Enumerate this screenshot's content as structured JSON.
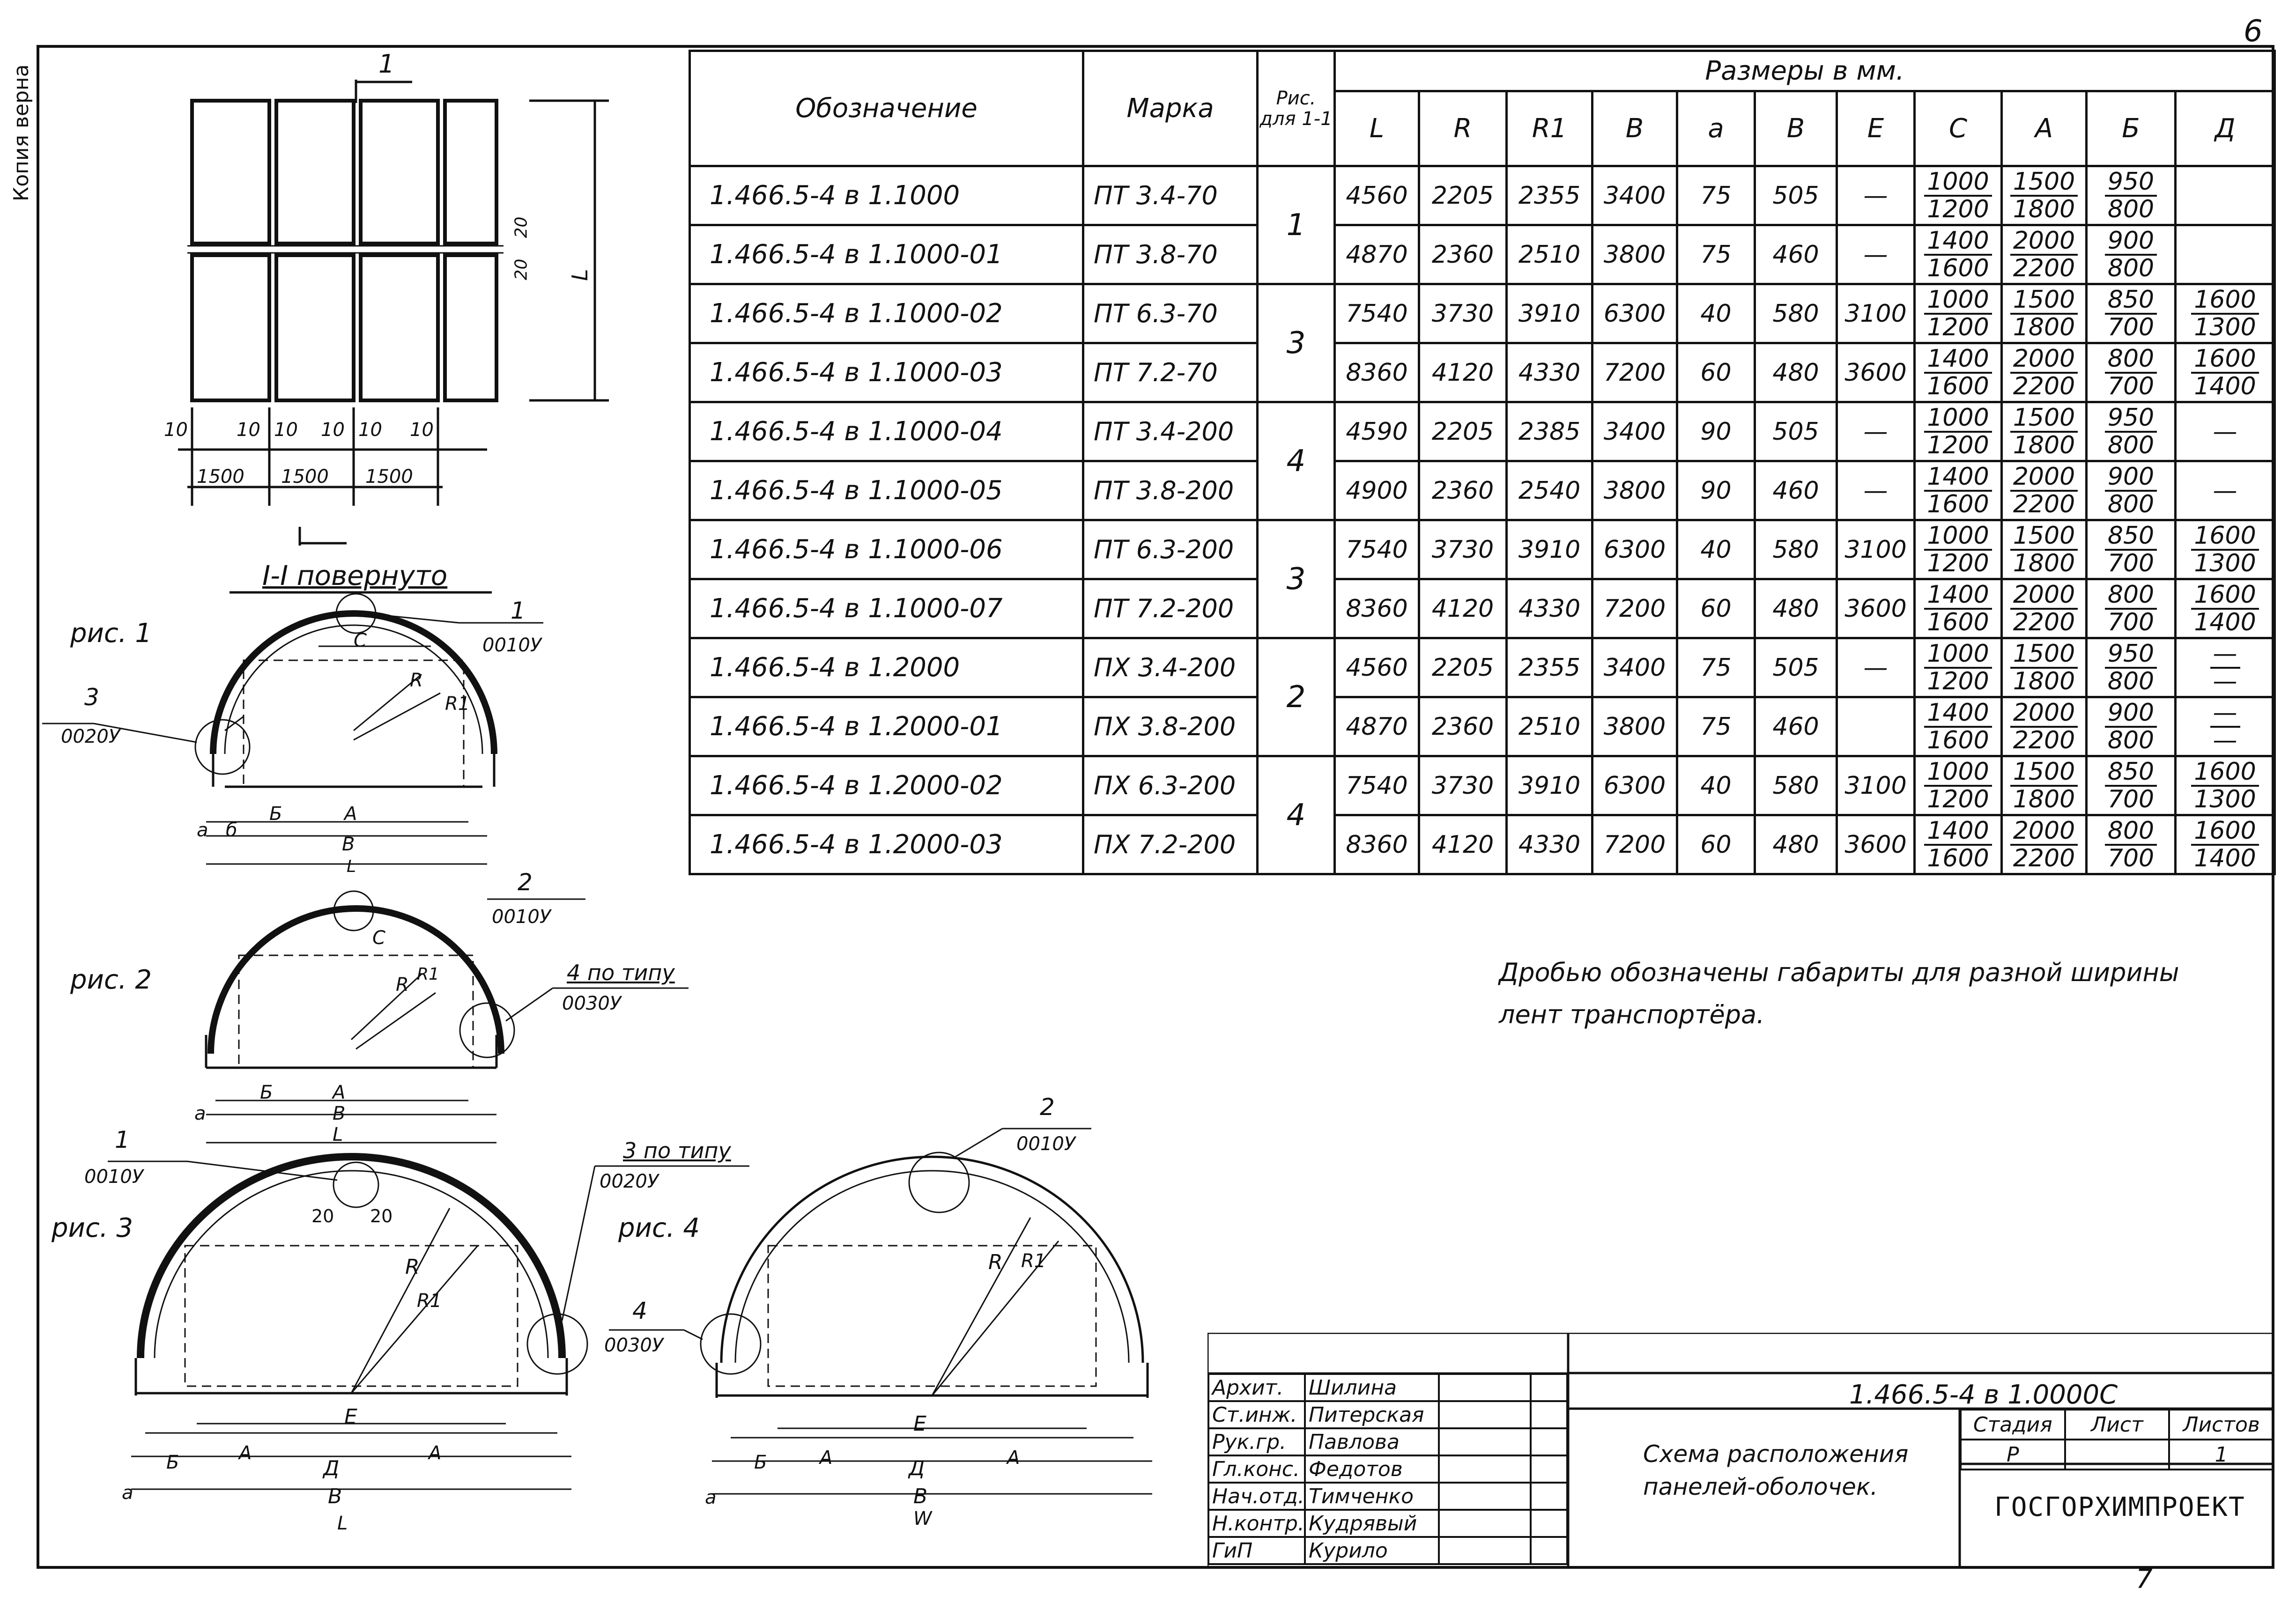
{
  "page_number": "6",
  "bottom_number": "7",
  "side_note": "Копия верна",
  "plan": {
    "section_mark": "1",
    "dims": [
      "10",
      "10",
      "10",
      "10",
      "10",
      "10",
      "1500",
      "1500",
      "1500"
    ],
    "vert_dim_a": "20",
    "vert_dim_b": "20",
    "length_label": "L"
  },
  "section_caption": "I-I повернуто",
  "figures": {
    "fig1": {
      "label": "рис. 1",
      "callout1_num": "1",
      "callout1_code": "0010У",
      "callout3_num": "3",
      "callout3_code": "0020У",
      "labels": [
        "С",
        "R",
        "R1",
        "Б",
        "А",
        "a",
        "б",
        "В",
        "L"
      ]
    },
    "fig2": {
      "label": "рис. 2",
      "callout2_num": "2",
      "callout2_code": "0010У",
      "callout4_num": "4 по типу",
      "callout4_code": "0030У",
      "labels": [
        "С",
        "R",
        "R1",
        "Б",
        "А",
        "a",
        "В",
        "L"
      ]
    },
    "fig3": {
      "label": "рис. 3",
      "callout1_num": "1",
      "callout1_code": "0010У",
      "callout3_num": "3 по типу",
      "callout3_code": "0020У",
      "dim20a": "20",
      "dim20b": "20",
      "labels": [
        "R",
        "R1",
        "E",
        "Б",
        "А",
        "Д",
        "А",
        "a",
        "В",
        "L"
      ]
    },
    "fig4": {
      "label": "рис. 4",
      "callout2_num": "2",
      "callout2_code": "0010У",
      "callout4_num": "4",
      "callout4_code": "0030У",
      "labels": [
        "R",
        "R1",
        "E",
        "Б",
        "А",
        "Д",
        "А",
        "a",
        "В",
        "W"
      ]
    }
  },
  "table": {
    "caption_sizes": "Размеры в мм.",
    "headers": {
      "designation": "Обозначение",
      "mark": "Марка",
      "fig": "Рис. для 1-1",
      "cols": [
        "L",
        "R",
        "R1",
        "В",
        "а",
        "В",
        "Е",
        "С",
        "А",
        "Б",
        "Д"
      ]
    },
    "rows": [
      {
        "designation": "1.466.5-4 в 1.1000",
        "mark": "ПТ 3.4-70",
        "L": "4560",
        "R": "2205",
        "R1": "2355",
        "B": "3400",
        "a": "75",
        "B2": "505",
        "E": "—",
        "C": [
          "1000",
          "1200"
        ],
        "A": [
          "1500",
          "1800"
        ],
        "B6": [
          "950",
          "800"
        ],
        "D": []
      },
      {
        "designation": "1.466.5-4 в 1.1000-01",
        "mark": "ПТ 3.8-70",
        "L": "4870",
        "R": "2360",
        "R1": "2510",
        "B": "3800",
        "a": "75",
        "B2": "460",
        "E": "—",
        "C": [
          "1400",
          "1600"
        ],
        "A": [
          "2000",
          "2200"
        ],
        "B6": [
          "900",
          "800"
        ],
        "D": []
      },
      {
        "designation": "1.466.5-4 в 1.1000-02",
        "mark": "ПТ 6.3-70",
        "L": "7540",
        "R": "3730",
        "R1": "3910",
        "B": "6300",
        "a": "40",
        "B2": "580",
        "E": "3100",
        "C": [
          "1000",
          "1200"
        ],
        "A": [
          "1500",
          "1800"
        ],
        "B6": [
          "850",
          "700"
        ],
        "D": [
          "1600",
          "1300"
        ]
      },
      {
        "designation": "1.466.5-4 в 1.1000-03",
        "mark": "ПТ 7.2-70",
        "L": "8360",
        "R": "4120",
        "R1": "4330",
        "B": "7200",
        "a": "60",
        "B2": "480",
        "E": "3600",
        "C": [
          "1400",
          "1600"
        ],
        "A": [
          "2000",
          "2200"
        ],
        "B6": [
          "800",
          "700"
        ],
        "D": [
          "1600",
          "1400"
        ]
      },
      {
        "designation": "1.466.5-4 в 1.1000-04",
        "mark": "ПТ 3.4-200",
        "L": "4590",
        "R": "2205",
        "R1": "2385",
        "B": "3400",
        "a": "90",
        "B2": "505",
        "E": "—",
        "C": [
          "1000",
          "1200"
        ],
        "A": [
          "1500",
          "1800"
        ],
        "B6": [
          "950",
          "800"
        ],
        "D": [
          "—"
        ]
      },
      {
        "designation": "1.466.5-4 в 1.1000-05",
        "mark": "ПТ 3.8-200",
        "L": "4900",
        "R": "2360",
        "R1": "2540",
        "B": "3800",
        "a": "90",
        "B2": "460",
        "E": "—",
        "C": [
          "1400",
          "1600"
        ],
        "A": [
          "2000",
          "2200"
        ],
        "B6": [
          "900",
          "800"
        ],
        "D": [
          "—"
        ]
      },
      {
        "designation": "1.466.5-4 в 1.1000-06",
        "mark": "ПТ 6.3-200",
        "L": "7540",
        "R": "3730",
        "R1": "3910",
        "B": "6300",
        "a": "40",
        "B2": "580",
        "E": "3100",
        "C": [
          "1000",
          "1200"
        ],
        "A": [
          "1500",
          "1800"
        ],
        "B6": [
          "850",
          "700"
        ],
        "D": [
          "1600",
          "1300"
        ]
      },
      {
        "designation": "1.466.5-4 в 1.1000-07",
        "mark": "ПТ 7.2-200",
        "L": "8360",
        "R": "4120",
        "R1": "4330",
        "B": "7200",
        "a": "60",
        "B2": "480",
        "E": "3600",
        "C": [
          "1400",
          "1600"
        ],
        "A": [
          "2000",
          "2200"
        ],
        "B6": [
          "800",
          "700"
        ],
        "D": [
          "1600",
          "1400"
        ]
      },
      {
        "designation": "1.466.5-4 в 1.2000",
        "mark": "ПХ 3.4-200",
        "L": "4560",
        "R": "2205",
        "R1": "2355",
        "B": "3400",
        "a": "75",
        "B2": "505",
        "E": "—",
        "C": [
          "1000",
          "1200"
        ],
        "A": [
          "1500",
          "1800"
        ],
        "B6": [
          "950",
          "800"
        ],
        "D": [
          "—",
          "—"
        ]
      },
      {
        "designation": "1.466.5-4 в 1.2000-01",
        "mark": "ПХ 3.8-200",
        "L": "4870",
        "R": "2360",
        "R1": "2510",
        "B": "3800",
        "a": "75",
        "B2": "460",
        "E": "",
        "C": [
          "1400",
          "1600"
        ],
        "A": [
          "2000",
          "2200"
        ],
        "B6": [
          "900",
          "800"
        ],
        "D": [
          "—",
          "—"
        ]
      },
      {
        "designation": "1.466.5-4 в 1.2000-02",
        "mark": "ПХ 6.3-200",
        "L": "7540",
        "R": "3730",
        "R1": "3910",
        "B": "6300",
        "a": "40",
        "B2": "580",
        "E": "3100",
        "C": [
          "1000",
          "1200"
        ],
        "A": [
          "1500",
          "1800"
        ],
        "B6": [
          "850",
          "700"
        ],
        "D": [
          "1600",
          "1300"
        ]
      },
      {
        "designation": "1.466.5-4 в 1.2000-03",
        "mark": "ПХ 7.2-200",
        "L": "8360",
        "R": "4120",
        "R1": "4330",
        "B": "7200",
        "a": "60",
        "B2": "480",
        "E": "3600",
        "C": [
          "1400",
          "1600"
        ],
        "A": [
          "2000",
          "2200"
        ],
        "B6": [
          "800",
          "700"
        ],
        "D": [
          "1600",
          "1400"
        ]
      }
    ],
    "fig_groups": [
      "1",
      "3",
      "4",
      "3",
      "2",
      "4"
    ]
  },
  "note": {
    "line1": "Дробью обозначены габариты для разной ширины",
    "line2": "лент транспортёра."
  },
  "title_block": {
    "doc_code": "1.466.5-4 в 1.0000С",
    "title_line1": "Схема расположения",
    "title_line2": "панелей-оболочек.",
    "stage_header": "Стадия",
    "sheet_header": "Лист",
    "sheets_header": "Листов",
    "stage": "Р",
    "sheet": "",
    "sheets": "1",
    "org": "ГОСГОРХИМПРОЕКТ",
    "people": [
      {
        "role": "Архит.",
        "name": "Шилина"
      },
      {
        "role": "Ст.инж.",
        "name": "Питерская"
      },
      {
        "role": "Рук.гр.",
        "name": "Павлова"
      },
      {
        "role": "Гл.конс.",
        "name": "Федотов"
      },
      {
        "role": "Нач.отд.",
        "name": "Тимченко"
      },
      {
        "role": "Н.контр.",
        "name": "Кудрявый"
      },
      {
        "role": "ГиП",
        "name": "Курило"
      }
    ]
  }
}
